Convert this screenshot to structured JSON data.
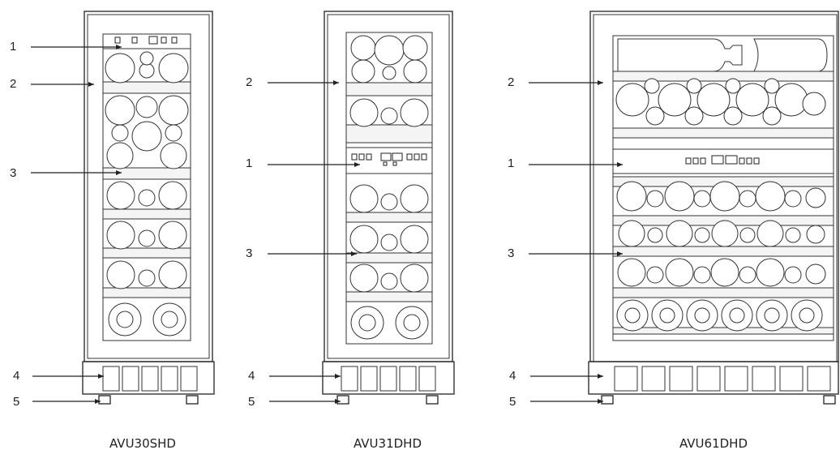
{
  "units": [
    {
      "model": "AVU30SHD",
      "callouts": [
        "1",
        "2",
        "3",
        "4",
        "5"
      ]
    },
    {
      "model": "AVU31DHD",
      "callouts": [
        "2",
        "1",
        "3",
        "4",
        "5"
      ]
    },
    {
      "model": "AVU61DHD",
      "callouts": [
        "2",
        "1",
        "3",
        "4",
        "5"
      ]
    }
  ]
}
